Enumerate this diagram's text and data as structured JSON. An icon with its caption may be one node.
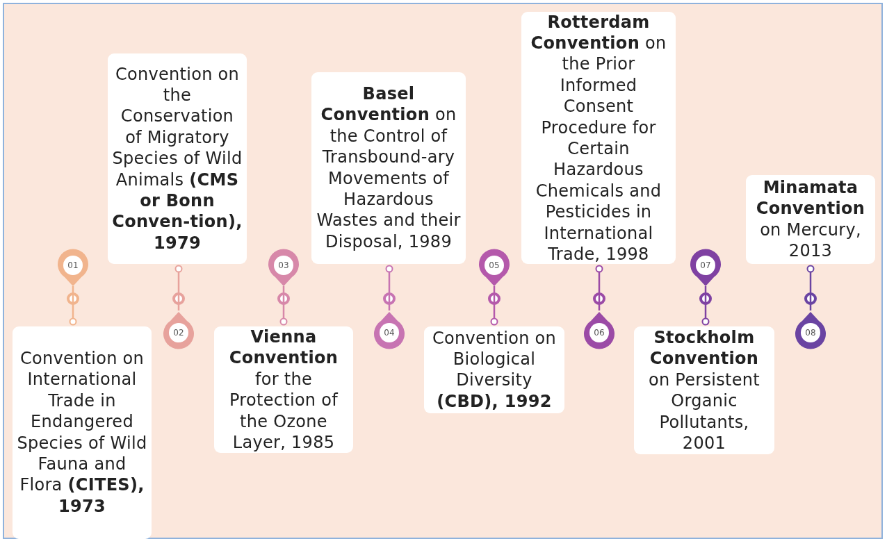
{
  "diagram": {
    "nodes": [
      {
        "text": [
          "01"
        ]
      },
      {
        "text": [
          "02"
        ]
      },
      {
        "text": [
          "03"
        ]
      },
      {
        "text": [
          "04"
        ]
      },
      {
        "text": [
          "05"
        ]
      },
      {
        "text": [
          "06"
        ]
      },
      {
        "text": [
          "07"
        ]
      },
      {
        "text": [
          "08"
        ]
      },
      {
        "text": [
          "Convention on International Trade in Endangered Species of Wild Fauna and Flora **(CITES), 1973**"
        ]
      },
      {
        "text": [
          "Convention on the Conservation of Migratory Species of Wild Animals **(CMS or Bonn Conven-tion), 1979**"
        ]
      },
      {
        "text": [
          "**Vienna Convention** for the Protection of the Ozone Layer, 1985"
        ]
      },
      {
        "text": [
          "**Basel Convention** on the Control of Transbound-ary Movements of Hazardous Wastes and their Disposal, 1989"
        ]
      },
      {
        "text": [
          "Convention on Biological Diversity **(CBD), 1992**"
        ]
      },
      {
        "text": [
          "**Rotterdam Convention** on the Prior Informed Consent Procedure for Certain Hazardous Chemicals and Pesticides in International Trade, 1998"
        ]
      },
      {
        "text": [
          "**Stockholm Convention** on Persistent Organic Pollutants, 2001"
        ]
      },
      {
        "text": [
          "**Minamata Convention** on Mercury, 2013"
        ]
      }
    ],
    "edges": [
      {
        "from": 0,
        "to": 8,
        "arrow": "other",
        "color": "#f1b48d"
      },
      {
        "from": 1,
        "to": 9,
        "arrow": "other",
        "color": "#e7a29c"
      },
      {
        "from": 2,
        "to": 10,
        "arrow": "other",
        "color": "#d788a9"
      },
      {
        "from": 3,
        "to": 11,
        "arrow": "other",
        "color": "#c774b2"
      },
      {
        "from": 4,
        "to": 12,
        "arrow": "other",
        "color": "#b459ab"
      },
      {
        "from": 5,
        "to": 13,
        "arrow": "other",
        "color": "#9b4ba6"
      },
      {
        "from": 6,
        "to": 14,
        "arrow": "other",
        "color": "#7f41a2"
      },
      {
        "from": 7,
        "to": 15,
        "arrow": "other",
        "color": "#6a44a2"
      }
    ]
  }
}
